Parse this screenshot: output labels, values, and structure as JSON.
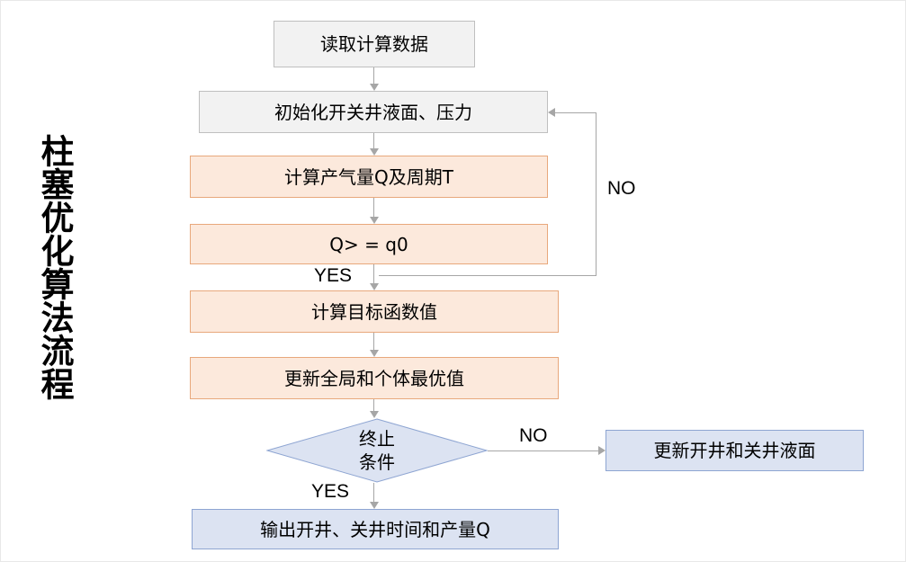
{
  "diagram": {
    "title_vertical": "柱塞优化算法流程",
    "palette": {
      "gray_fill": "#f2f2f2",
      "gray_border": "#bfbfbf",
      "orange_fill": "#fce9dc",
      "orange_border": "#e8a87c",
      "blue_fill": "#dce3f2",
      "blue_border": "#8ea5d2",
      "connector": "#a6a6a6",
      "text": "#000000",
      "background": "#ffffff"
    },
    "nodes": [
      {
        "id": "read-data",
        "label": "读取计算数据",
        "shape": "rect",
        "style": "gray"
      },
      {
        "id": "initialize",
        "label": "初始化开关井液面、压力",
        "shape": "rect",
        "style": "gray"
      },
      {
        "id": "calc-q-t",
        "label": "计算产气量Q及周期T",
        "shape": "rect",
        "style": "orange"
      },
      {
        "id": "condition-q",
        "label": "Q> = q0",
        "shape": "rect",
        "style": "orange"
      },
      {
        "id": "calc-objective",
        "label": "计算目标函数值",
        "shape": "rect",
        "style": "orange"
      },
      {
        "id": "update-best",
        "label": "更新全局和个体最优值",
        "shape": "rect",
        "style": "orange"
      },
      {
        "id": "stop-condition",
        "label_line1": "终止",
        "label_line2": "条件",
        "shape": "diamond",
        "style": "blue"
      },
      {
        "id": "update-levels",
        "label": "更新开井和关井液面",
        "shape": "rect",
        "style": "blue"
      },
      {
        "id": "output-result",
        "label": "输出开井、关井时间和产量Q",
        "shape": "rect",
        "style": "blue"
      }
    ],
    "edge_labels": {
      "q_yes": "YES",
      "q_no": "NO",
      "stop_yes": "YES",
      "stop_no": "NO"
    }
  }
}
